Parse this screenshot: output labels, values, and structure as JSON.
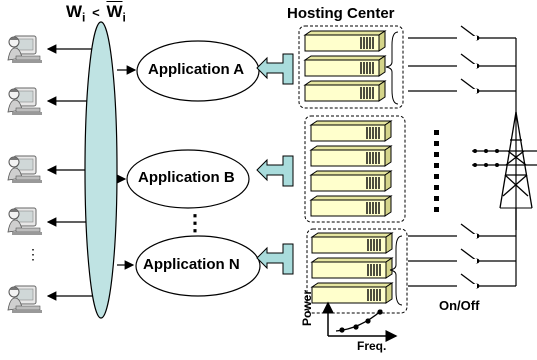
{
  "diagram": {
    "constraint": {
      "lhs": "W",
      "lhs_sub": "i",
      "op": "<",
      "rhs": "W",
      "rhs_sub": "i",
      "rhs_overline": true
    },
    "hosting_center_title": "Hosting Center",
    "applications": [
      {
        "label": "Application A"
      },
      {
        "label": "Application B"
      },
      {
        "label": "Application N"
      }
    ],
    "ellipsis_vertical": "⋮",
    "clients_ellipsis": "⋮",
    "switch_label": "On/Off",
    "graph": {
      "ylabel": "Power",
      "xlabel": "Freq."
    },
    "colors": {
      "bus": "#bfe3e3",
      "app_bubble": "#ffffff",
      "server_face": "#ffffcc",
      "server_side": "#e6e6a0",
      "dispatcher": "#a9dcdc",
      "ink": "#000000"
    },
    "icons": {
      "client": "person-at-computer-icon",
      "dispatcher": "arrow-box-icon",
      "server": "rack-server-icon",
      "tower": "power-tower-icon"
    }
  }
}
